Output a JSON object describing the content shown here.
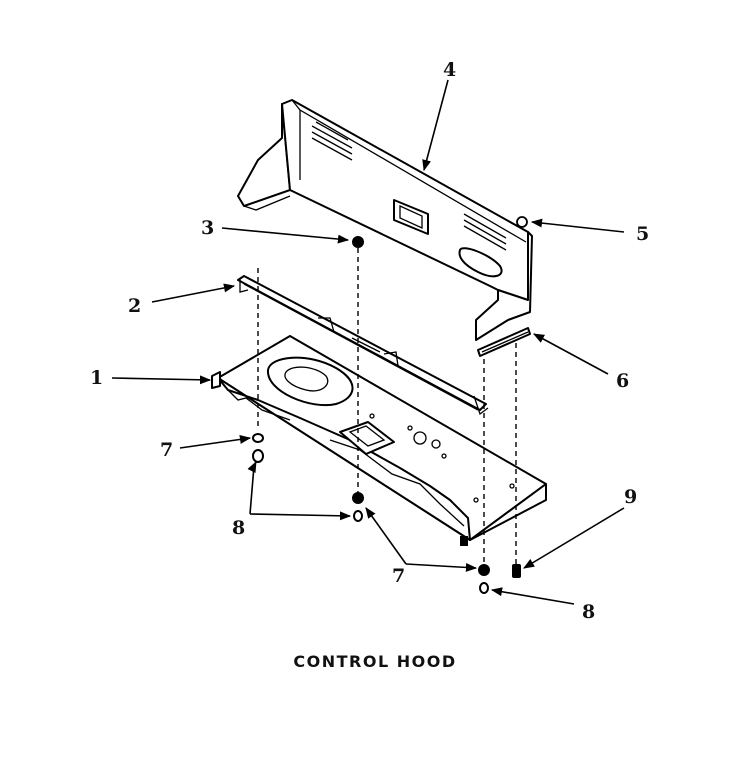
{
  "callouts": {
    "c1": "1",
    "c2": "2",
    "c3": "3",
    "c4": "4",
    "c5": "5",
    "c6": "6",
    "c7a": "7",
    "c7b": "7",
    "c8a": "8",
    "c8b": "8",
    "c9": "9"
  },
  "caption": "CONTROL HOOD"
}
